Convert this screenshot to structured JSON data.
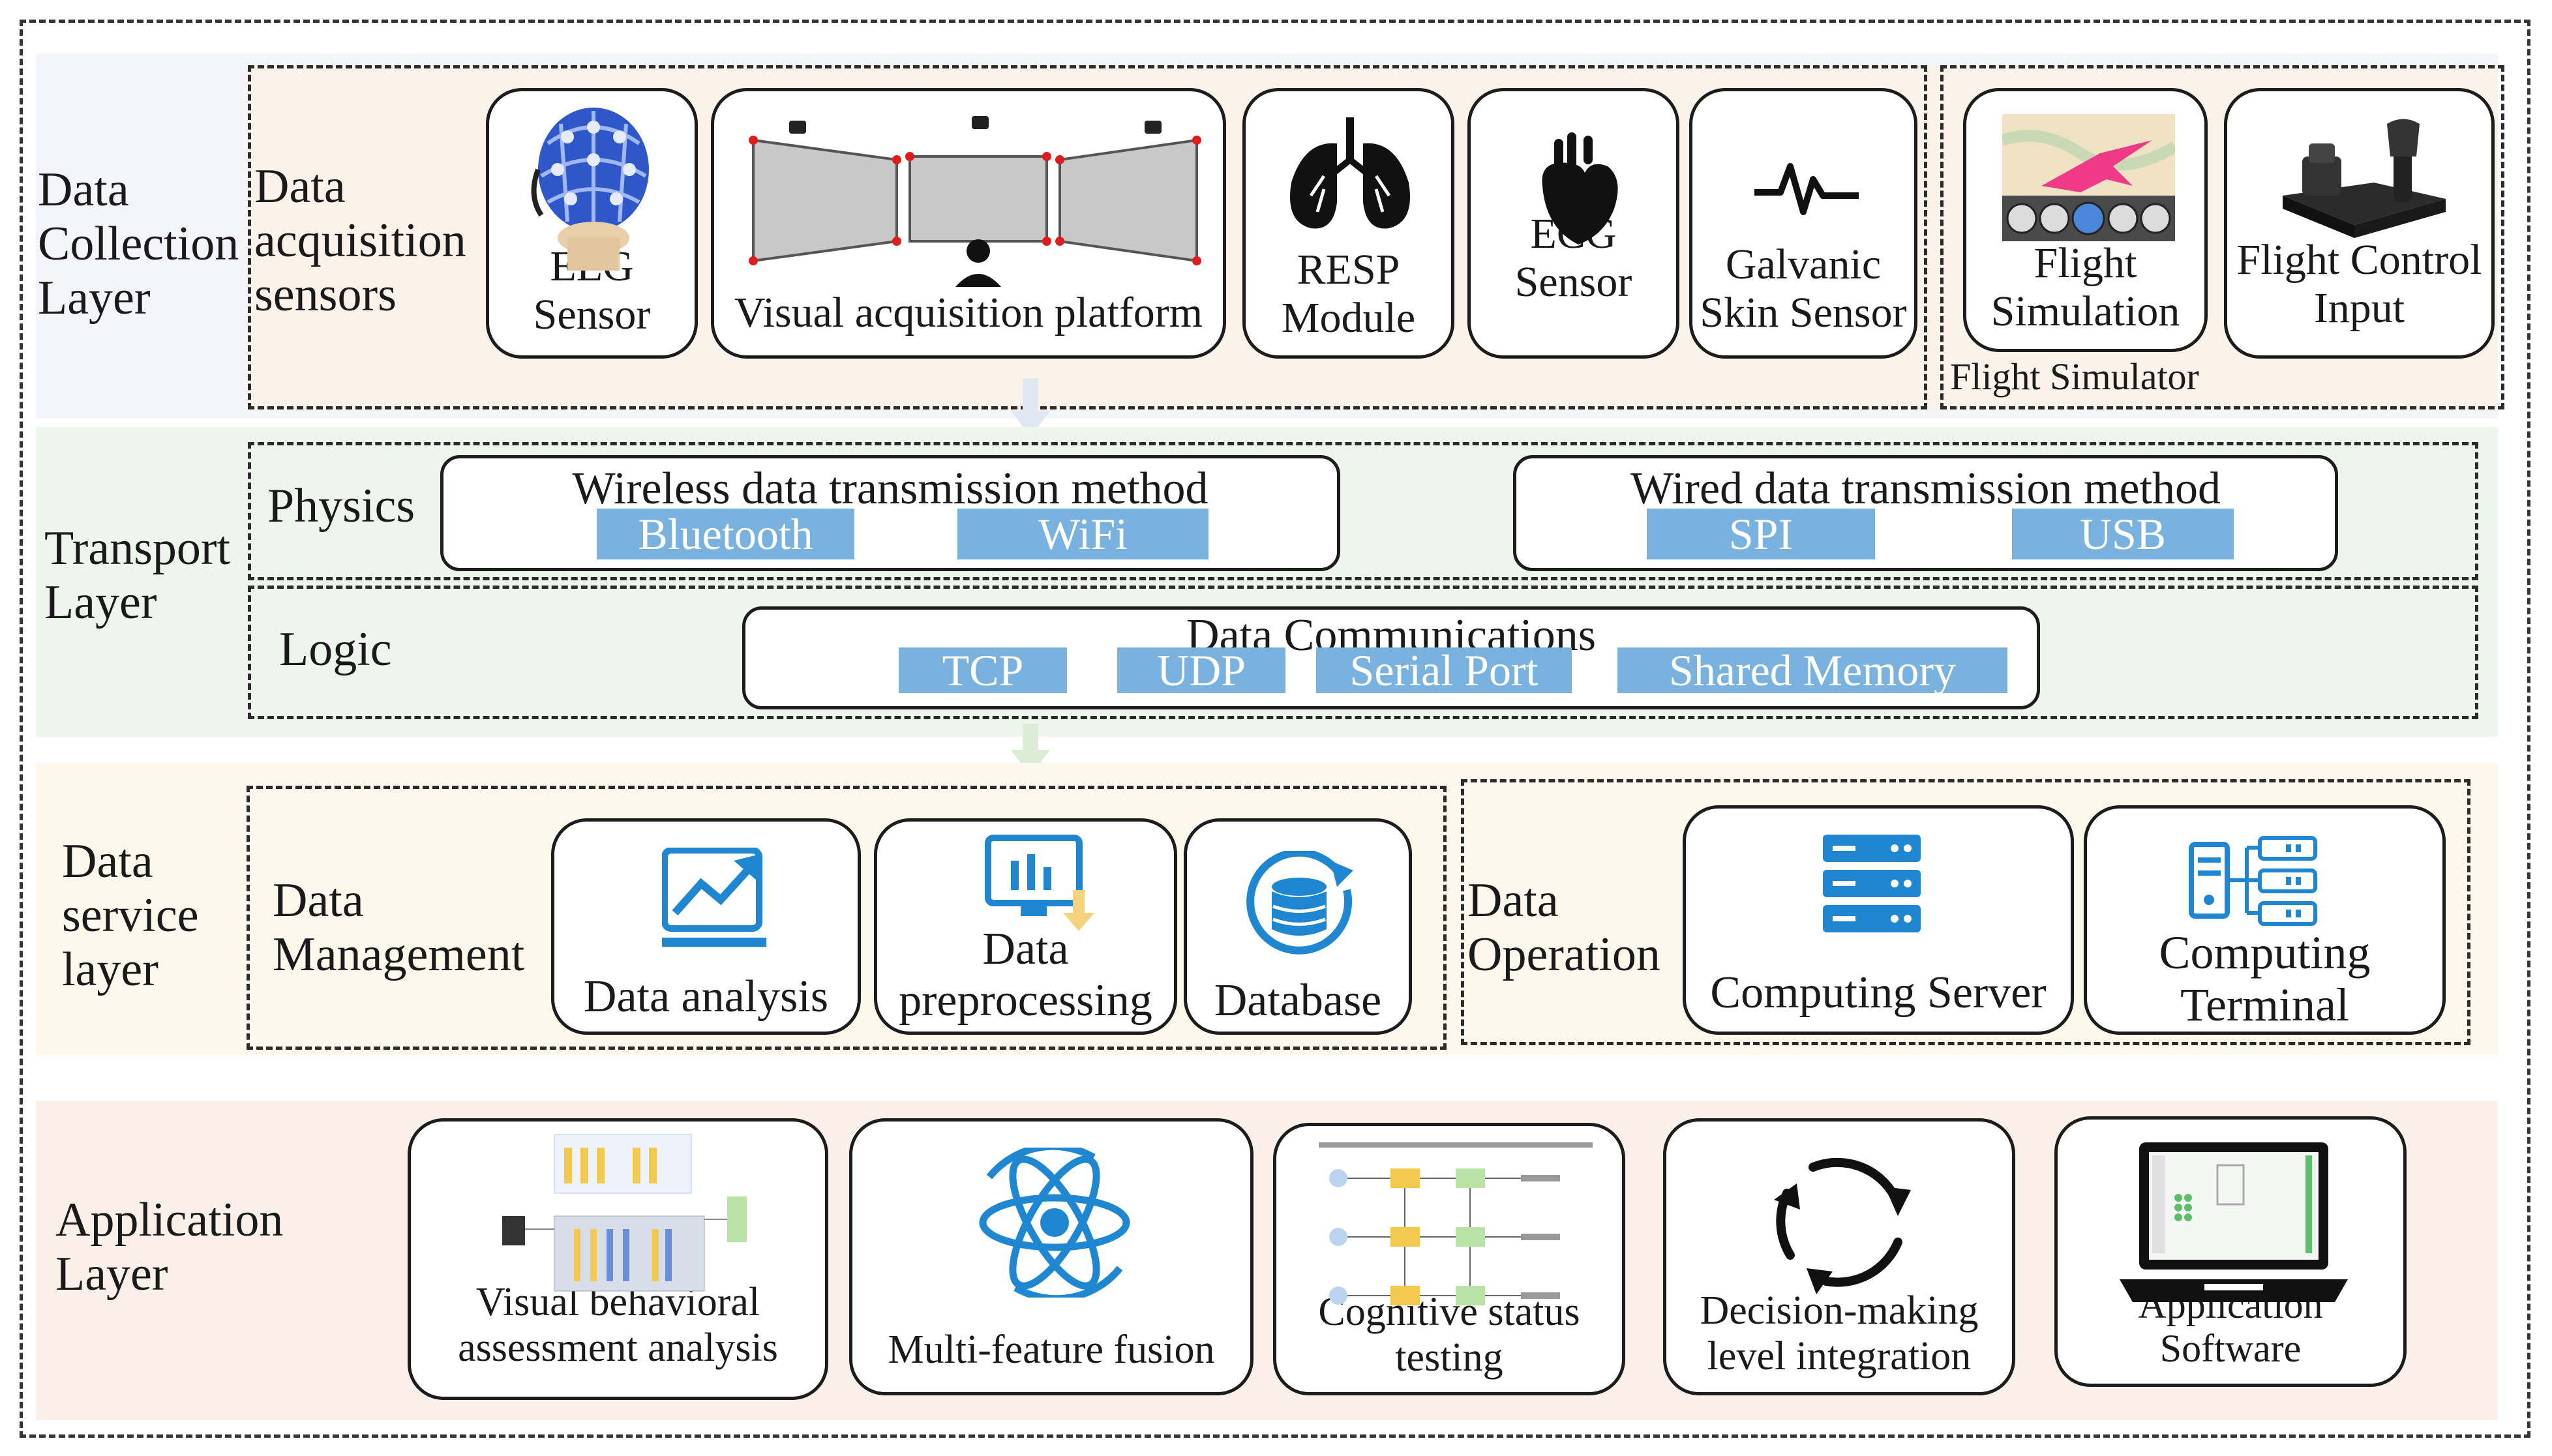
{
  "layers": {
    "data_collection": {
      "title": "Data\nCollection\nLayer",
      "group_label": "Data\nacquisition\nsensors",
      "sensors": [
        "EEG Sensor",
        "Visual acquisition platform",
        "RESP\nModule",
        "ECG Sensor",
        "Galvanic\nSkin Sensor"
      ],
      "simulator_group": "Flight Simulator",
      "simulator_items": [
        "Flight\nSimulation",
        "Flight Control\nInput"
      ]
    },
    "transport": {
      "title": "Transport\nLayer",
      "physics_label": "Physics",
      "wireless_title": "Wireless data transmission method",
      "wireless_items": [
        "Bluetooth",
        "WiFi"
      ],
      "wired_title": "Wired data transmission method",
      "wired_items": [
        "SPI",
        "USB"
      ],
      "logic_label": "Logic",
      "comm_title": "Data Communications",
      "comm_items": [
        "TCP",
        "UDP",
        "Serial Port",
        "Shared Memory"
      ]
    },
    "data_service": {
      "title": "Data\nservice\nlayer",
      "management_label": "Data\nManagement",
      "management_items": [
        "Data analysis",
        "Data\npreprocessing",
        "Database"
      ],
      "operation_label": "Data\nOperation",
      "operation_items": [
        "Computing Server",
        "Computing\nTerminal"
      ]
    },
    "application": {
      "title": "Application\nLayer",
      "items": [
        "Visual behavioral\nassessment analysis",
        "Multi-feature fusion",
        "Cognitive status\ntesting",
        "Decision-making\nlevel integration",
        "Application\nSoftware"
      ]
    }
  },
  "colors": {
    "collection_band": "#f3f5f8",
    "collection_inner": "#fbf3e9",
    "transport_band": "#eef5ec",
    "service_band": "#fdf8ec",
    "application_band": "#fbf0e9",
    "pill": "#7ab2df",
    "icon_blue": "#1f87d1"
  }
}
